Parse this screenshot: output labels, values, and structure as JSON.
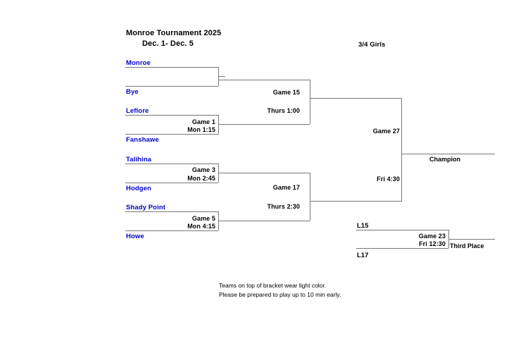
{
  "header": {
    "title": "Monroe Tournament 2025",
    "dates": "Dec. 1- Dec. 5",
    "division": "3/4 Girls"
  },
  "bracket": {
    "round1": [
      {
        "top": "Monroe",
        "bottom": "Bye",
        "game": "",
        "time": ""
      },
      {
        "top": "Leflore",
        "bottom": "Fanshawe",
        "game": "Game 1",
        "time": "Mon 1:15"
      },
      {
        "top": "Talihina",
        "bottom": "Hodgen",
        "game": "Game 3",
        "time": "Mon 2:45"
      },
      {
        "top": "Shady Point",
        "bottom": "Howe",
        "game": "Game 5",
        "time": "Mon 4:15"
      }
    ],
    "round2": [
      {
        "game": "Game 15",
        "time": "Thurs 1:00"
      },
      {
        "game": "Game 17",
        "time": "Thurs 2:30"
      }
    ],
    "final": {
      "game": "Game 27",
      "time": "Fri 4:30",
      "winner_label": "Champion"
    },
    "consolation": {
      "top": "L15",
      "bottom": "L17",
      "game": "Game 23",
      "time": "Fri 12:30",
      "winner_label": "Third Place"
    }
  },
  "notes": [
    "Teams on top of bracket wear light color.",
    "Please be prepared to play up to 10 min early."
  ]
}
